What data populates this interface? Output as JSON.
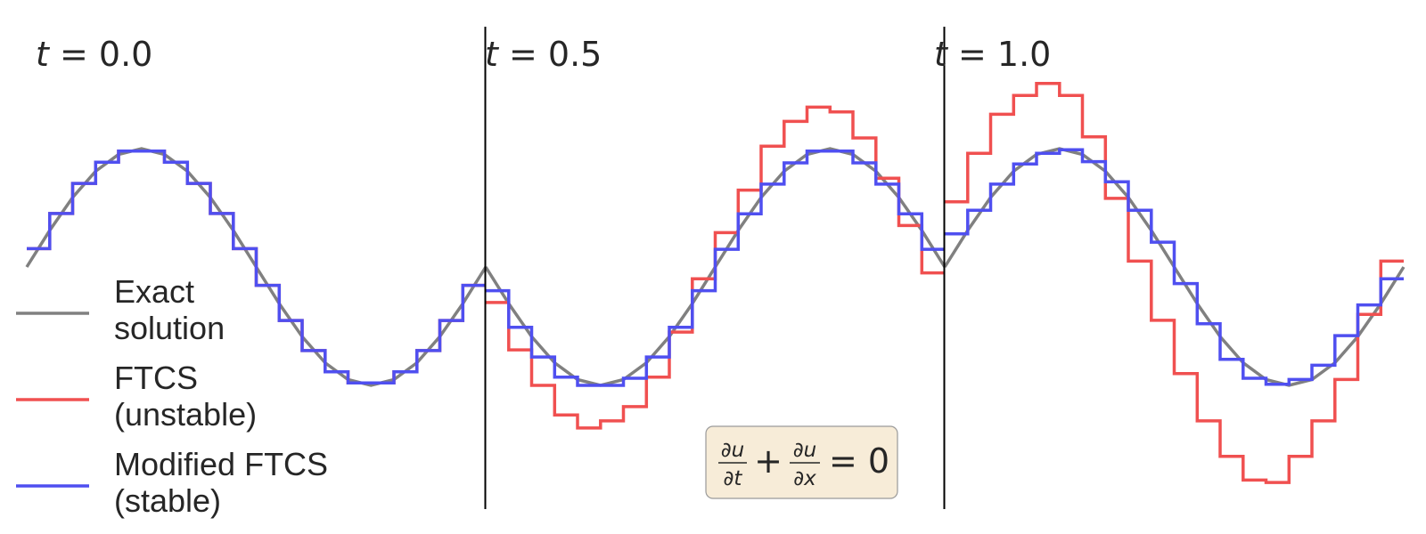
{
  "chart_data": {
    "type": "line",
    "grid": false,
    "legend_position": "lower-left",
    "xlim": [
      0,
      1
    ],
    "ylim": [
      -1.6,
      1.7
    ],
    "panels": [
      {
        "title_var": "t",
        "title_rest": " = 0.0",
        "exact": [
          0.0,
          0.309,
          0.588,
          0.809,
          0.951,
          1.0,
          0.951,
          0.809,
          0.588,
          0.309,
          0.0,
          -0.309,
          -0.588,
          -0.809,
          -0.951,
          -1.0,
          -0.951,
          -0.809,
          -0.588,
          -0.309,
          0.0
        ],
        "ftcs": [
          0.155,
          0.452,
          0.706,
          0.885,
          0.98,
          0.98,
          0.885,
          0.706,
          0.452,
          0.155,
          -0.155,
          -0.452,
          -0.706,
          -0.885,
          -0.98,
          -0.98,
          -0.885,
          -0.706,
          -0.452,
          -0.155
        ],
        "modified": [
          0.155,
          0.452,
          0.706,
          0.885,
          0.98,
          0.98,
          0.885,
          0.706,
          0.452,
          0.155,
          -0.155,
          -0.452,
          -0.706,
          -0.885,
          -0.98,
          -0.98,
          -0.885,
          -0.706,
          -0.452,
          -0.155
        ]
      },
      {
        "title_var": "t",
        "title_rest": " = 0.5",
        "exact": [
          0.0,
          -0.309,
          -0.588,
          -0.809,
          -0.951,
          -1.0,
          -0.951,
          -0.809,
          -0.588,
          -0.309,
          0.0,
          0.309,
          0.588,
          0.809,
          0.951,
          1.0,
          0.951,
          0.809,
          0.588,
          0.309,
          0.0
        ],
        "ftcs": [
          -0.3,
          -0.7,
          -1.0,
          -1.25,
          -1.36,
          -1.3,
          -1.18,
          -0.93,
          -0.55,
          -0.1,
          0.29,
          0.65,
          1.02,
          1.23,
          1.35,
          1.31,
          1.09,
          0.75,
          0.35,
          -0.05
        ],
        "modified": [
          -0.2,
          -0.51,
          -0.76,
          -0.93,
          -1.0,
          -1.0,
          -0.94,
          -0.76,
          -0.51,
          -0.2,
          0.15,
          0.45,
          0.7,
          0.88,
          0.98,
          0.98,
          0.88,
          0.7,
          0.45,
          0.15
        ]
      },
      {
        "title_var": "t",
        "title_rest": " = 1.0",
        "exact": [
          0.0,
          0.309,
          0.588,
          0.809,
          0.951,
          1.0,
          0.951,
          0.809,
          0.588,
          0.309,
          0.0,
          -0.309,
          -0.588,
          -0.809,
          -0.951,
          -1.0,
          -0.951,
          -0.809,
          -0.588,
          -0.309,
          0.0
        ],
        "ftcs": [
          0.55,
          0.96,
          1.29,
          1.45,
          1.55,
          1.45,
          1.1,
          0.58,
          0.05,
          -0.45,
          -0.9,
          -1.3,
          -1.6,
          -1.8,
          -1.82,
          -1.6,
          -1.3,
          -0.95,
          -0.4,
          0.05
        ],
        "modified": [
          0.28,
          0.48,
          0.7,
          0.87,
          0.96,
          0.99,
          0.89,
          0.72,
          0.48,
          0.21,
          -0.14,
          -0.48,
          -0.78,
          -0.94,
          -0.99,
          -0.95,
          -0.83,
          -0.58,
          -0.32,
          -0.1
        ]
      }
    ],
    "series": [
      {
        "key": "exact",
        "name_line1": "Exact",
        "name_line2": "solution",
        "color": "#808080"
      },
      {
        "key": "ftcs",
        "name_line1": "FTCS",
        "name_line2": "(unstable)",
        "color": "#f05050"
      },
      {
        "key": "modified",
        "name_line1": "Modified FTCS",
        "name_line2": "(stable)",
        "color": "#4f4ff0"
      }
    ],
    "equation": {
      "num1": "∂u",
      "den1": "∂t",
      "num2": "∂u",
      "den2": "∂x",
      "plus": "+",
      "rhs": "= 0",
      "box_fill": "#f7ecd8",
      "box_stroke": "#9a9a9a"
    },
    "divider_color": "#000000"
  }
}
